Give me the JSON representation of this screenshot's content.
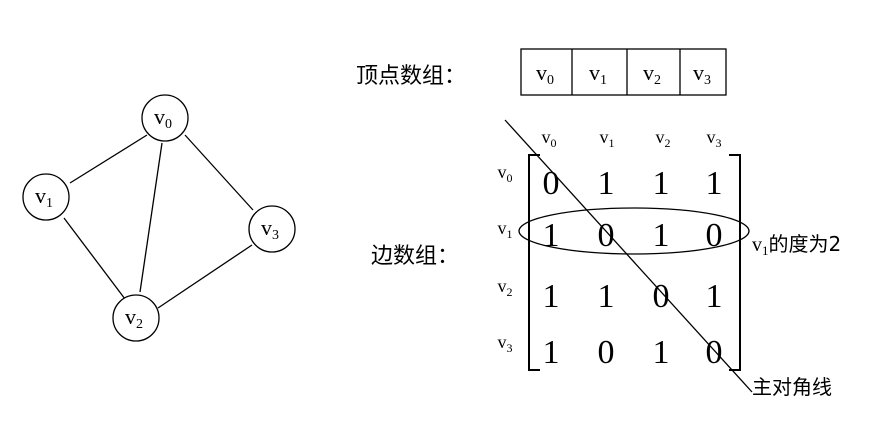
{
  "graph": {
    "vertices": [
      {
        "id": "v0",
        "base": "v",
        "sub": "0"
      },
      {
        "id": "v1",
        "base": "v",
        "sub": "1"
      },
      {
        "id": "v2",
        "base": "v",
        "sub": "2"
      },
      {
        "id": "v3",
        "base": "v",
        "sub": "3"
      }
    ],
    "edges": [
      [
        "v0",
        "v1"
      ],
      [
        "v0",
        "v2"
      ],
      [
        "v0",
        "v3"
      ],
      [
        "v1",
        "v2"
      ],
      [
        "v2",
        "v3"
      ]
    ]
  },
  "vertex_array": {
    "label": "顶点数组：",
    "cells": [
      {
        "base": "v",
        "sub": "0"
      },
      {
        "base": "v",
        "sub": "1"
      },
      {
        "base": "v",
        "sub": "2"
      },
      {
        "base": "v",
        "sub": "3"
      }
    ]
  },
  "edge_array": {
    "label": "边数组：",
    "col_headers": [
      {
        "base": "v",
        "sub": "0"
      },
      {
        "base": "v",
        "sub": "1"
      },
      {
        "base": "v",
        "sub": "2"
      },
      {
        "base": "v",
        "sub": "3"
      }
    ],
    "row_headers": [
      {
        "base": "v",
        "sub": "0"
      },
      {
        "base": "v",
        "sub": "1"
      },
      {
        "base": "v",
        "sub": "2"
      },
      {
        "base": "v",
        "sub": "3"
      }
    ],
    "matrix": [
      [
        "0",
        "1",
        "1",
        "1"
      ],
      [
        "1",
        "0",
        "1",
        "0"
      ],
      [
        "1",
        "1",
        "0",
        "1"
      ],
      [
        "1",
        "0",
        "1",
        "0"
      ]
    ]
  },
  "annotations": {
    "degree": {
      "base": "v",
      "sub": "1",
      "suffix": "的度为2"
    },
    "diagonal": "主对角线"
  }
}
